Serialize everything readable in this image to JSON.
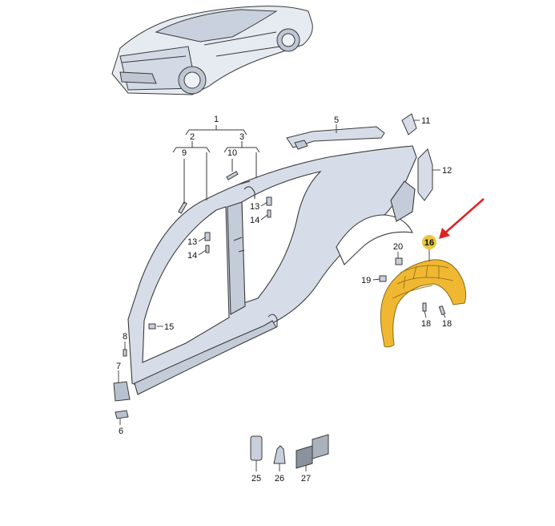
{
  "diagram": {
    "highlight_color": "#e8c840",
    "arrow_color": "#e02020",
    "panel_color": "#d7dde8",
    "line_color": "#3a3a3a",
    "part_color": "#f0b832"
  },
  "callouts": {
    "c1": "1",
    "c2": "2",
    "c3": "3",
    "c5": "5",
    "c6": "6",
    "c7": "7",
    "c8": "8",
    "c9": "9",
    "c10": "10",
    "c11": "11",
    "c12": "12",
    "c13a": "13",
    "c13b": "13",
    "c14a": "14",
    "c14b": "14",
    "c15": "15",
    "c16": "16",
    "c18a": "18",
    "c18b": "18",
    "c19": "19",
    "c20": "20",
    "c25": "25",
    "c26": "26",
    "c27": "27"
  }
}
